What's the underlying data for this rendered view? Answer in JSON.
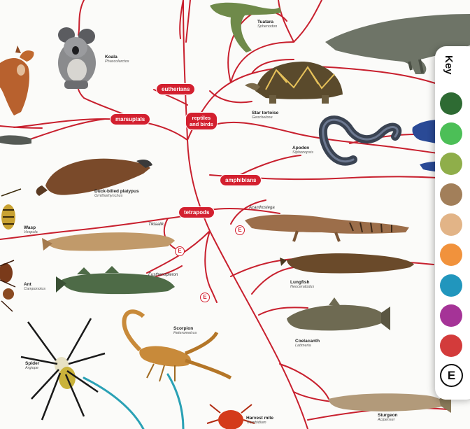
{
  "nodes": {
    "eutherians": "eutherians",
    "marsupials": "marsupials",
    "reptiles_and_birds": "reptiles\nand birds",
    "amphibians": "amphibians",
    "tetrapods": "tetrapods"
  },
  "species": {
    "tuatara": {
      "common": "Tuatara",
      "latin": "Sphenodon"
    },
    "koala": {
      "common": "Koala",
      "latin": "Phascolarctos"
    },
    "star_tortoise": {
      "common": "Star tortoise",
      "latin": "Geochelone"
    },
    "apoden": {
      "common": "Apoden",
      "latin": "Siphonopsis"
    },
    "platypus": {
      "common": "Duck-billed platypus",
      "latin": "Ornithorhynchus"
    },
    "acanthostega": {
      "latin": "Acanthostega"
    },
    "tiktaalik": {
      "latin": "Tiktaalik"
    },
    "eusthenopteron": {
      "latin": "Eusthenopteron"
    },
    "lungfish": {
      "common": "Lungfish",
      "latin": "Neoceratodus"
    },
    "coelacanth": {
      "common": "Coelacanth",
      "latin": "Latimeria"
    },
    "scorpion": {
      "common": "Scorpion",
      "latin": "Heterometrus"
    },
    "wasp": {
      "common": "Wasp",
      "latin": "Vespula"
    },
    "ant": {
      "common": "Ant",
      "latin": "Camponotus"
    },
    "spider": {
      "common": "Spider",
      "latin": "Argiope"
    },
    "harvest_mite": {
      "common": "Harvest mite",
      "latin": "Trombidium"
    },
    "sturgeon": {
      "common": "Sturgeon",
      "latin": "Acipenser"
    }
  },
  "extinct_marker": "E",
  "key": {
    "title": "Key",
    "swatches": [
      "#2e6b33",
      "#4cbf57",
      "#8fae4a",
      "#a27f5a",
      "#e2b487",
      "#f1923c",
      "#2196bd",
      "#a53397",
      "#d33b3b"
    ],
    "extinct_label": "E"
  },
  "colors": {
    "branch": "#c8202e",
    "teal": "#2aa1b5"
  }
}
